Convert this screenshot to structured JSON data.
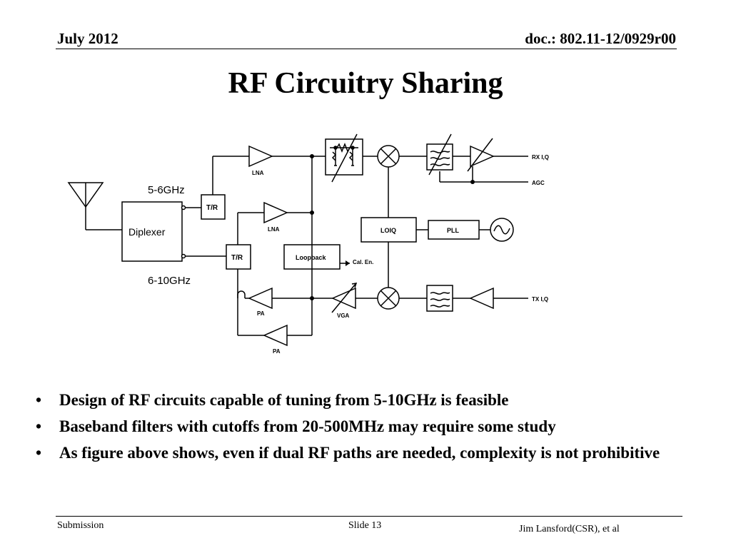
{
  "header": {
    "date": "July 2012",
    "doc": "doc.: 802.11-12/0929r00"
  },
  "title": "RF Circuitry Sharing",
  "diagram": {
    "band_low": "5-6GHz",
    "band_high": "6-10GHz",
    "diplexer": "Diplexer",
    "tr_top": "T/R",
    "tr_bottom": "T/R",
    "lna_top": "LNA",
    "lna_bottom": "LNA",
    "pa_top": "PA",
    "pa_bottom": "PA",
    "vga": "VGA",
    "loopback": "Loopback",
    "cal_en": "Cal. En.",
    "loiq": "LOIQ",
    "pll": "PLL",
    "rx_out": "RX I,Q",
    "agc": "AGC",
    "tx_in": "TX I,Q"
  },
  "bullets": [
    "Design of RF circuits capable of tuning from 5-10GHz is feasible",
    "Baseband filters with cutoffs from 20-500MHz may require some study",
    "As figure above shows, even if dual RF paths are needed, complexity is not prohibitive"
  ],
  "footer": {
    "left": "Submission",
    "center": "Slide 13",
    "right": "Jim Lansford(CSR), et al"
  }
}
